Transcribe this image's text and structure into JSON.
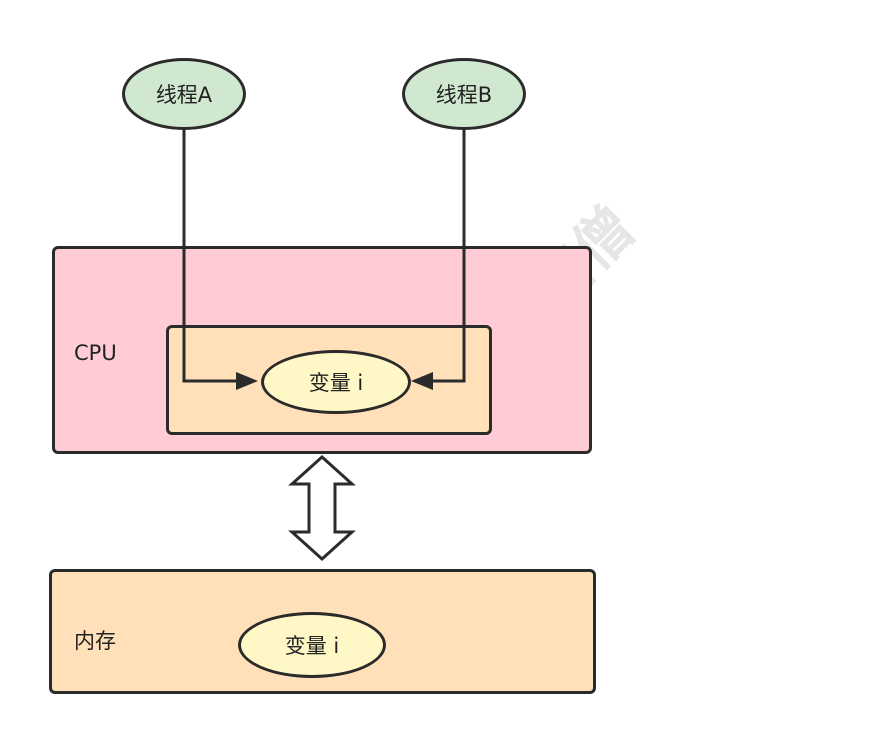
{
  "threads": {
    "a_label": "线程A",
    "b_label": "线程B"
  },
  "cpu": {
    "label": "CPU",
    "variable_label": "变量 i"
  },
  "memory": {
    "label": "内存",
    "variable_label": "变量 i"
  },
  "watermark": "架构...唐僧",
  "colors": {
    "thread_fill": "#cfe8cf",
    "cpu_fill": "#ffccd5",
    "cache_fill": "#ffe0b8",
    "variable_fill": "#fff8c6",
    "memory_fill": "#ffe0b8",
    "stroke": "#2b2b2b"
  }
}
